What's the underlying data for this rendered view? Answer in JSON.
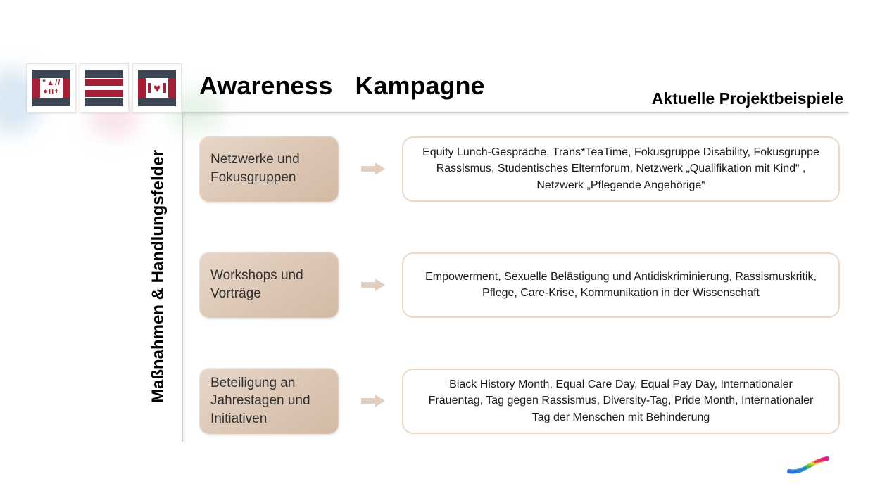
{
  "header": {
    "title_word1": "Awareness",
    "title_word2": "Kampagne",
    "subtitle": "Aktuelle Projektbeispiele"
  },
  "sidebar": {
    "label": "Maßnahmen & Handlungsfelder"
  },
  "logo": {
    "tile1_row1": "”▲//",
    "tile1_row2": "●ıı+",
    "heart": "♥",
    "red": "#a32036",
    "dark": "#3c4652"
  },
  "rows": [
    {
      "category": "Netzwerke und Fokusgruppen",
      "items": "Equity Lunch-Gespräche, Trans*TeaTime, Fokusgruppe Disability, Fokusgruppe Rassismus, Studentisches Elternforum, Netzwerk „Qualifikation mit Kind“ , Netzwerk „Pflegende Angehörige“"
    },
    {
      "category": "Workshops und Vorträge",
      "items": "Empowerment, Sexuelle Belästigung und Antidiskriminierung, Rassismuskritik, Pflege, Care-Krise, Kommunikation in der Wissenschaft"
    },
    {
      "category": "Beteiligung an Jahrestagen und Initiativen",
      "items": "Black History Month, Equal Care Day, Equal Pay Day, Internationaler Frauentag, Tag gegen Rassismus, Diversity-Tag, Pride Month, Internationaler Tag der Menschen mit Behinderung"
    }
  ],
  "colors": {
    "category_fill": "#dcc6b4",
    "box_border": "#ead9c8",
    "arrow": "#e2cfbf",
    "rule": "#cfcfcf",
    "logo_red": "#a32036",
    "logo_dark": "#3c4652"
  }
}
